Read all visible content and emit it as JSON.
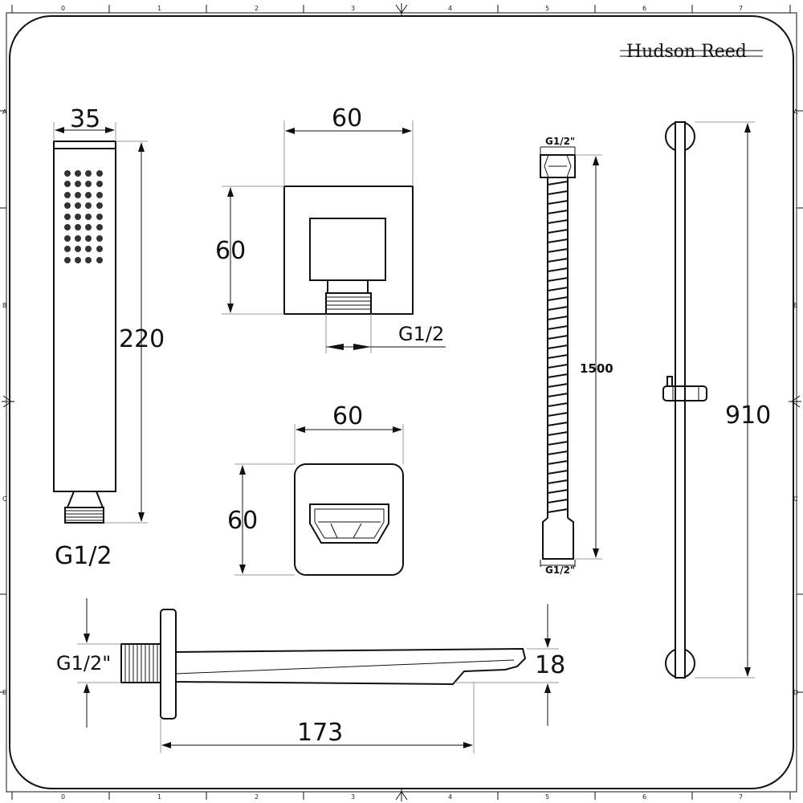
{
  "brand": "Hudson Reed",
  "frame": {
    "columns": [
      "0",
      "1",
      "2",
      "3",
      "4",
      "5",
      "6",
      "7"
    ],
    "rows": [
      "A",
      "B",
      "C",
      "D"
    ]
  },
  "handset": {
    "width": "35",
    "height": "220",
    "thread": "G1/2"
  },
  "wall_outlet": {
    "width": "60",
    "height": "60",
    "thread": "G1/2"
  },
  "valve": {
    "width": "60",
    "height": "60"
  },
  "hose": {
    "length": "1500",
    "thread_top": "G1/2\"",
    "thread_bottom": "G1/2\""
  },
  "riser_rail": {
    "height": "910"
  },
  "spout": {
    "thread": "G1/2\"",
    "height": "18",
    "length": "173"
  }
}
